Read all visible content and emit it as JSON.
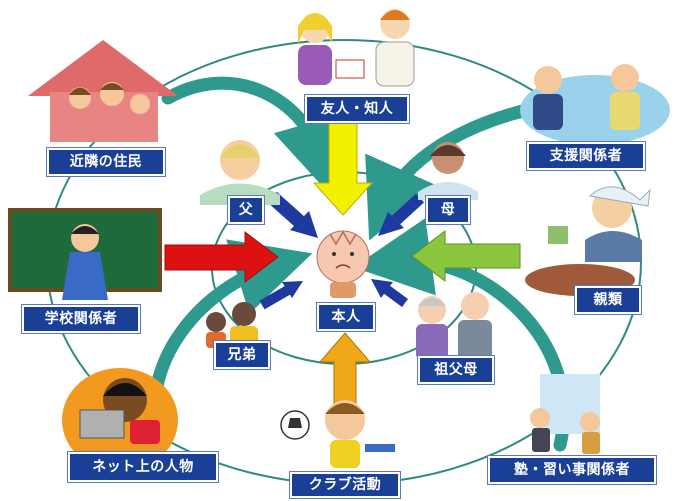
{
  "diagram": {
    "center": "本人",
    "outer_nodes": {
      "friends": "友人・知人",
      "neighbors": "近隣の住民",
      "support": "支援関係者",
      "school": "学校関係者",
      "relatives": "親類",
      "internet": "ネット上の人物",
      "club": "クラブ活動",
      "cram": "塾・習い事関係者"
    },
    "inner_nodes": {
      "father": "父",
      "mother": "母",
      "siblings": "兄弟",
      "grandparents": "祖父母"
    }
  },
  "colors": {
    "label_bg": "#1a3f96",
    "circle": "#2f8a80",
    "arrow_yellow": "#f2f200",
    "arrow_red": "#dd1111",
    "arrow_green": "#8cc63f",
    "arrow_orange": "#f0a818",
    "arrow_navy": "#1f3a9e",
    "arrow_teal": "#2e9a8e"
  }
}
